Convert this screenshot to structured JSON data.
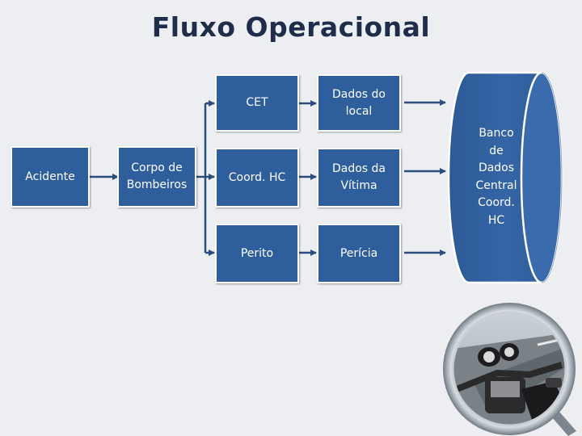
{
  "title": "Fluxo Operacional",
  "nodes": {
    "acidente": "Acidente",
    "corpo_bombeiros": "Corpo de\nBombeiros",
    "cet": "CET",
    "coord_hc": "Coord. HC",
    "perito": "Perito",
    "dados_local": "Dados do\nlocal",
    "dados_vitima": "Dados da\nVítima",
    "pericia": "Perícia",
    "banco": "Banco\nde\nDados\nCentral\nCoord.\nHC"
  },
  "colors": {
    "background": "#eceef1",
    "box_fill": "#2f5e9d",
    "box_border": "#ffffff",
    "connector": "#2a4d7e",
    "title": "#1f2d4b"
  },
  "icons": {
    "photo": "magnifying-glass-motorcycle-photo"
  }
}
